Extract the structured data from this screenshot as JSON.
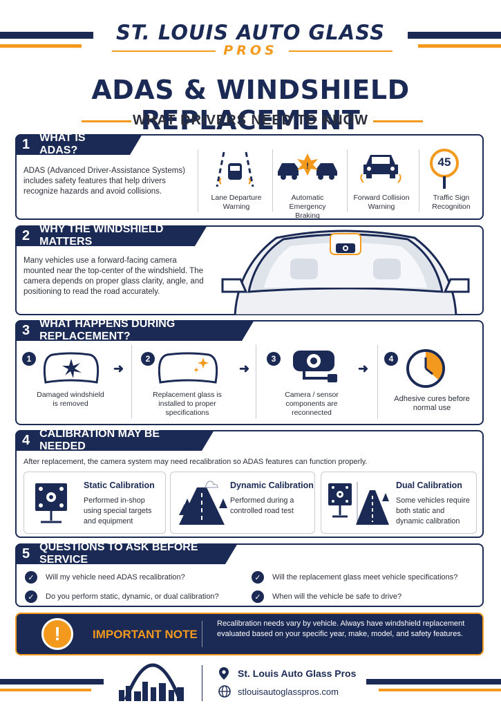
{
  "brand": {
    "name": "ST. LOUIS AUTO GLASS",
    "sub": "PROS"
  },
  "title": "ADAS & WINDSHIELD REPLACEMENT",
  "subtitle": "WHAT DRIVERS NEED TO KNOW",
  "colors": {
    "navy": "#1b2a55",
    "orange": "#f39a1e"
  },
  "s1": {
    "num": "1",
    "title": "WHAT IS ADAS?",
    "body": "ADAS (Advanced Driver-Assistance Systems) includes safety features that help drivers recognize hazards and avoid collisions.",
    "features": [
      {
        "icon": "lane-departure-icon",
        "label": "Lane Departure Warning"
      },
      {
        "icon": "automatic-braking-icon",
        "label": "Automatic Emergency Braking"
      },
      {
        "icon": "forward-collision-icon",
        "label": "Forward Collision Warning"
      },
      {
        "icon": "traffic-sign-icon",
        "label": "Traffic Sign Recognition",
        "sign": "45"
      }
    ]
  },
  "s2": {
    "num": "2",
    "title": "WHY THE WINDSHIELD MATTERS",
    "body": "Many vehicles use a forward-facing camera mounted near the top-center of the windshield. The camera depends on proper glass clarity, angle, and positioning to read the road accurately."
  },
  "s3": {
    "num": "3",
    "title": "WHAT HAPPENS DURING REPLACEMENT?",
    "steps": [
      {
        "n": "1",
        "label": "Damaged windshield is removed"
      },
      {
        "n": "2",
        "label": "Replacement glass is installed to proper specifications"
      },
      {
        "n": "3",
        "label": "Camera / sensor components are reconnected"
      },
      {
        "n": "4",
        "label": "Adhesive cures before normal use"
      }
    ]
  },
  "s4": {
    "num": "4",
    "title": "CALIBRATION MAY BE NEEDED",
    "intro": "After replacement, the camera system may need recalibration so ADAS features can function properly.",
    "cards": [
      {
        "title": "Static Calibration",
        "desc": "Performed in-shop using special targets and equipment"
      },
      {
        "title": "Dynamic Calibration",
        "desc": "Performed during a controlled road test"
      },
      {
        "title": "Dual Calibration",
        "desc": "Some vehicles require both static and dynamic calibration"
      }
    ]
  },
  "s5": {
    "num": "5",
    "title": "QUESTIONS TO ASK BEFORE SERVICE",
    "questions": [
      "Will my vehicle need ADAS recalibration?",
      "Will the replacement glass meet vehicle specifications?",
      "Do you perform static, dynamic, or dual calibration?",
      "When will the vehicle be safe to drive?"
    ]
  },
  "note": {
    "label": "IMPORTANT NOTE",
    "text": "Recalibration needs vary by vehicle. Always have windshield replacement evaluated based on your specific year, make, model, and safety features."
  },
  "footer": {
    "company": "St. Louis Auto Glass Pros",
    "website": "stlouisautoglasspros.com"
  }
}
